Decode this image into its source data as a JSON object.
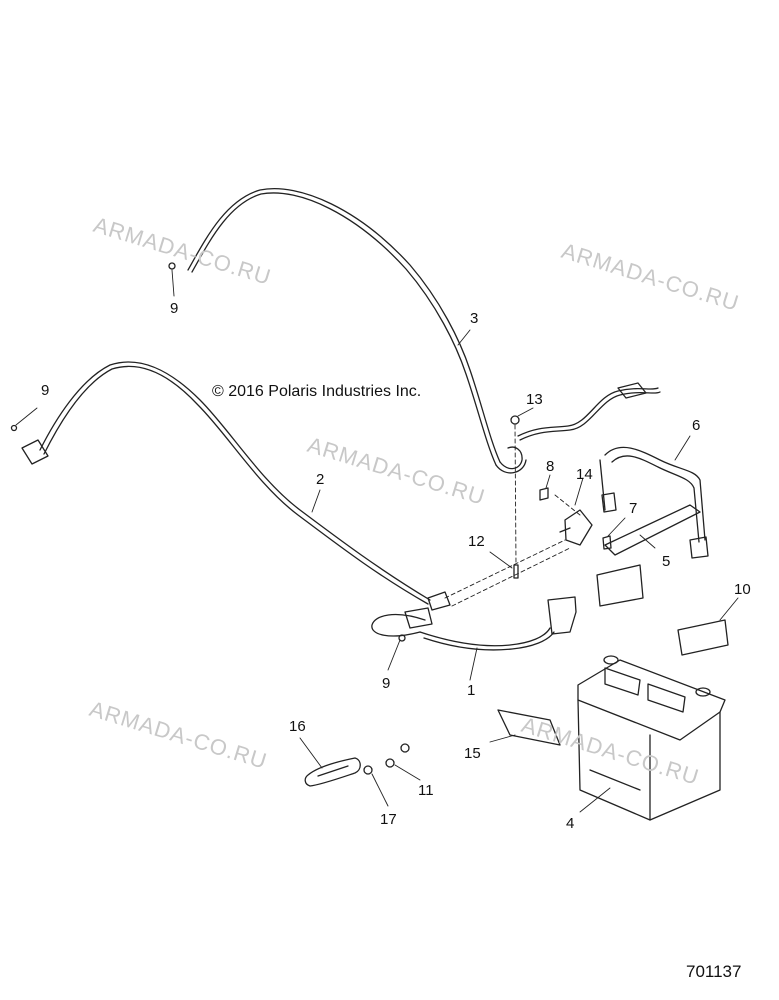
{
  "copyright": "© 2016 Polaris Industries Inc.",
  "drawing_number": "701137",
  "watermark": "ARMADA-CO.RU",
  "callouts": [
    "9",
    "3",
    "9",
    "13",
    "8",
    "14",
    "6",
    "2",
    "7",
    "5",
    "12",
    "10",
    "9",
    "1",
    "16",
    "15",
    "11",
    "17",
    "4"
  ]
}
